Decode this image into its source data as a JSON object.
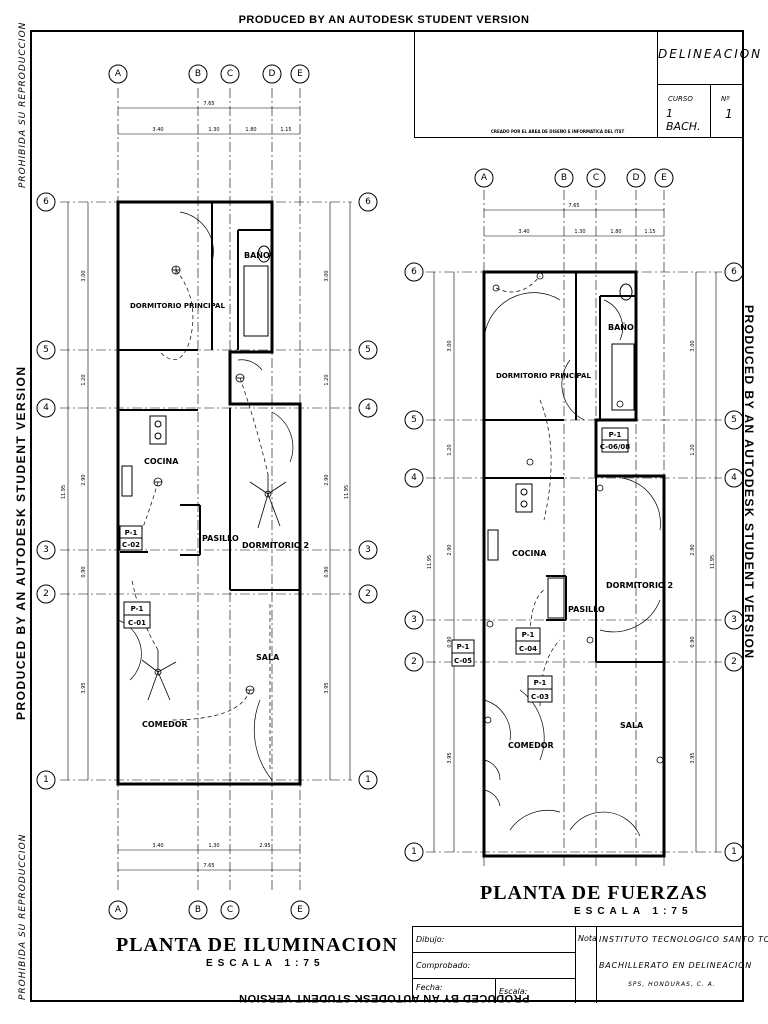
{
  "watermark": {
    "top": "PRODUCED BY AN AUTODESK STUDENT VERSION",
    "bottom": "PRODUCED BY AN AUTODESK STUDENT VERSION",
    "left": "PRODUCED BY AN AUTODESK STUDENT VERSION",
    "right": "PRODUCED BY AN AUTODESK STUDENT VERSION",
    "prohibited_top": "PROHIBIDA SU REPRODUCCION",
    "prohibited_bottom": "PROHIBIDA SU REPRODUCCION"
  },
  "title_block_top": {
    "subject": "DELINEACION",
    "course_label": "CURSO",
    "course_value": "1 BACH.",
    "number_label": "Nº",
    "number_value": "1",
    "credit": "CREADO POR EL AREA DE DISEÑO E INFORMATICA DEL ITST"
  },
  "title_block_bottom": {
    "drawn_label": "Dibujo:",
    "checked_label": "Comprobado:",
    "date_label": "Fecha:",
    "scale_label": "Escala:",
    "note_label": "Nota",
    "institution": "INSTITUTO TECNOLOGICO SANTO TOMAS",
    "program": "BACHILLERATO EN DELINEACION",
    "location": "SPS, HONDURAS, C. A."
  },
  "plan_left": {
    "title": "PLANTA DE ILUMINACION",
    "scale": "ESCALA 1:75",
    "axes_top": [
      "A",
      "B",
      "C",
      "D",
      "E"
    ],
    "axes_bottom": [
      "A",
      "B",
      "C",
      "E"
    ],
    "axes_side": [
      "6",
      "5",
      "4",
      "3",
      "2",
      "1"
    ],
    "dims_top_total": "7.65",
    "dims_top": [
      "3.40",
      "1.30",
      "1.80",
      "1.15"
    ],
    "dims_bottom_total": "7.65",
    "dims_bottom": [
      "3.40",
      "1.30",
      "2.95"
    ],
    "dims_side": [
      "3.00",
      "1.20",
      "2.90",
      "0.90",
      "3.95"
    ],
    "dims_side_total": "11.95",
    "rooms": [
      "DORMITORIO PRINCIPAL",
      "BAÑO",
      "COCINA",
      "PASILLO",
      "DORMITORIO 2",
      "SALA",
      "COMEDOR"
    ],
    "tags": [
      {
        "p": "P-1",
        "c": "C-02"
      },
      {
        "p": "P-1",
        "c": "C-01"
      }
    ]
  },
  "plan_right": {
    "title": "PLANTA DE FUERZAS",
    "scale": "ESCALA 1:75",
    "axes_top": [
      "A",
      "B",
      "C",
      "D",
      "E"
    ],
    "axes_side": [
      "6",
      "5",
      "4",
      "3",
      "2",
      "1"
    ],
    "dims_top_total": "7.65",
    "dims_top": [
      "3.40",
      "1.30",
      "1.80",
      "1.15"
    ],
    "dims_side": [
      "3.00",
      "1.20",
      "2.90",
      "0.90",
      "3.95"
    ],
    "dims_side_total": "11.95",
    "rooms": [
      "DORMITORIO PRINCIPAL",
      "BAÑO",
      "COCINA",
      "PASILLO",
      "DORMITORIO 2",
      "SALA",
      "COMEDOR"
    ],
    "tags": [
      {
        "p": "P-1",
        "c": "C-06/08"
      },
      {
        "p": "P-1",
        "c": "C-04"
      },
      {
        "p": "P-1",
        "c": "C-05"
      },
      {
        "p": "P-1",
        "c": "C-03"
      }
    ]
  }
}
